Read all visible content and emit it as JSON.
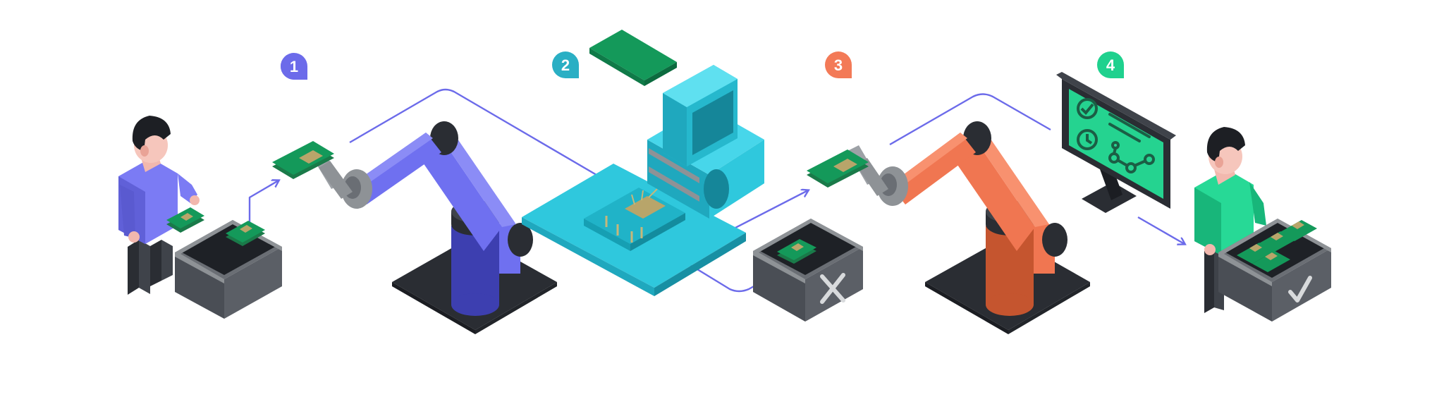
{
  "steps": [
    {
      "number": "1",
      "color": "#6C6BEA",
      "name": "pick-and-place"
    },
    {
      "number": "2",
      "color": "#2AAFC4",
      "name": "inspection"
    },
    {
      "number": "3",
      "color": "#F37A57",
      "name": "sorting"
    },
    {
      "number": "4",
      "color": "#1FD18E",
      "name": "monitoring"
    }
  ],
  "colors": {
    "flow_arrow": "#6C6BEA",
    "robot_arm_1": "#6F70F0",
    "robot_arm_2": "#F07651",
    "machine": "#2FC8DD",
    "pcb": "#14995A",
    "dark": "#2A2D33",
    "gray": "#8E9296",
    "monitor_screen": "#25D390"
  },
  "icons": [
    "reject-x-icon",
    "accept-check-icon",
    "checkmark-circle-icon",
    "clock-icon",
    "network-graph-icon"
  ]
}
